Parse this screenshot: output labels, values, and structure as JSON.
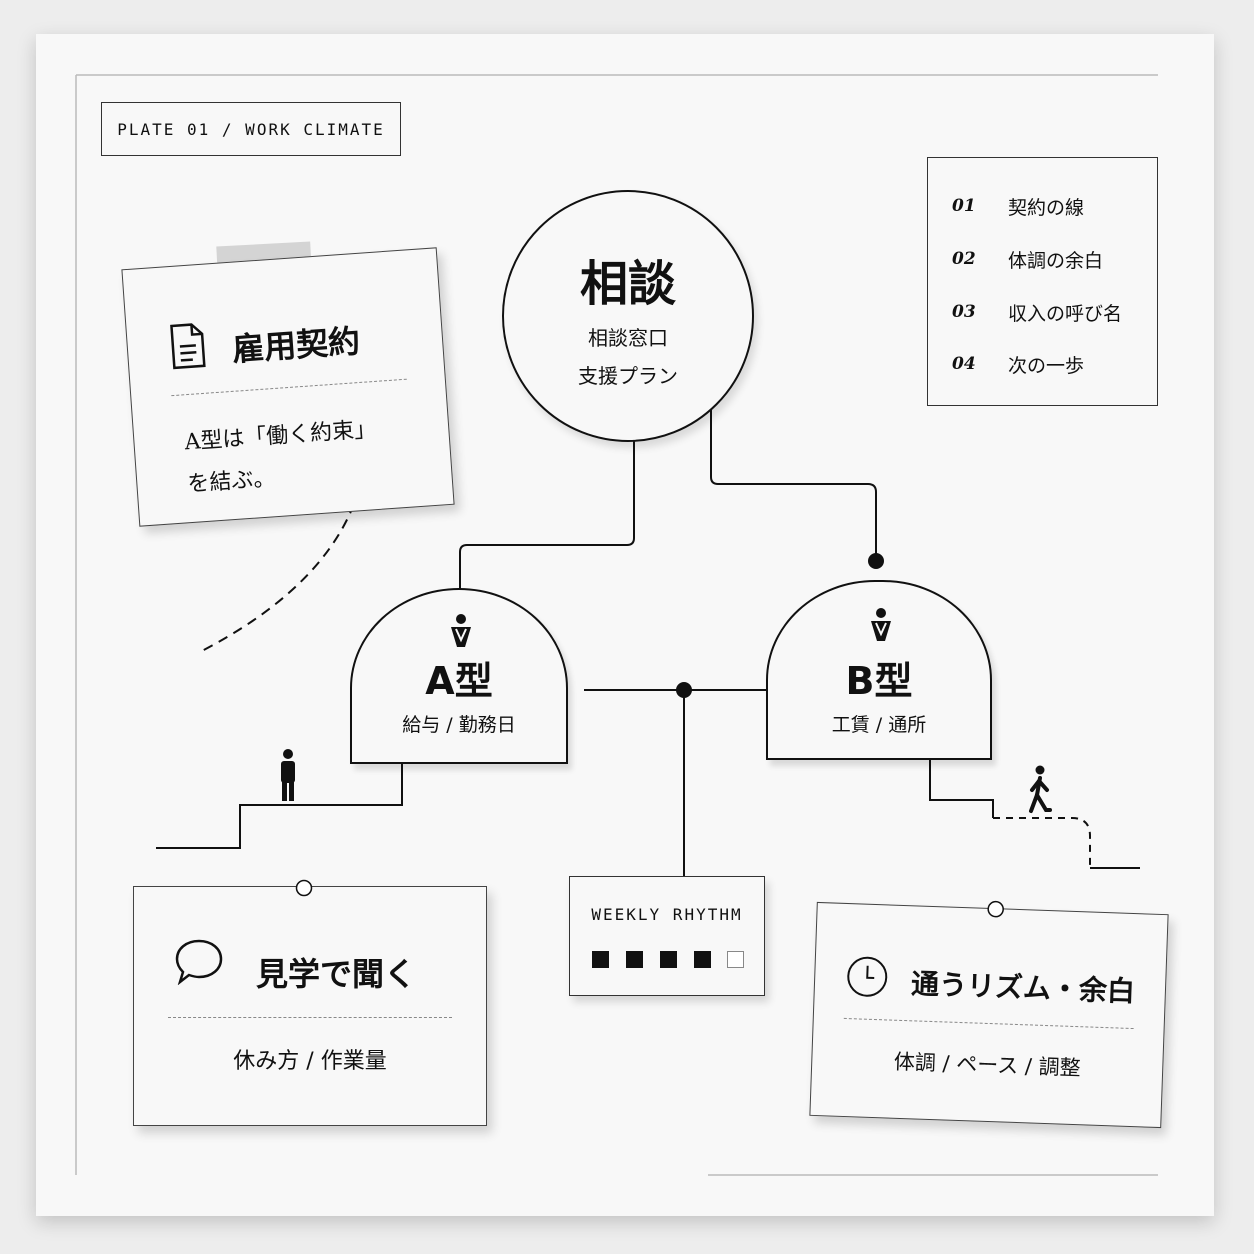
{
  "plate_label": "PLATE 01 / WORK CLIMATE",
  "legend": [
    {
      "num": "01",
      "label": "契約の線"
    },
    {
      "num": "02",
      "label": "体調の余白"
    },
    {
      "num": "03",
      "label": "収入の呼び名"
    },
    {
      "num": "04",
      "label": "次の一歩"
    }
  ],
  "center": {
    "title": "相談",
    "line1": "相談窓口",
    "line2": "支援プラン"
  },
  "type_a": {
    "title": "A型",
    "sub": "給与 / 勤務日"
  },
  "type_b": {
    "title": "B型",
    "sub": "工賃 / 通所"
  },
  "contract_card": {
    "title": "雇用契約",
    "body1": "A型は「働く約束」",
    "body2": "を結ぶ。"
  },
  "visit_card": {
    "title": "見学で聞く",
    "body": "休み方 /  作業量"
  },
  "rhythm_card": {
    "title": "通うリズム・余白",
    "body": "体調 / ペース / 調整"
  },
  "weekly": {
    "title": "WEEKLY RHYTHM",
    "days": [
      true,
      true,
      true,
      true,
      false
    ]
  },
  "colors": {
    "ink": "#111111",
    "paper": "#f8f8f8",
    "background": "#ededed"
  }
}
